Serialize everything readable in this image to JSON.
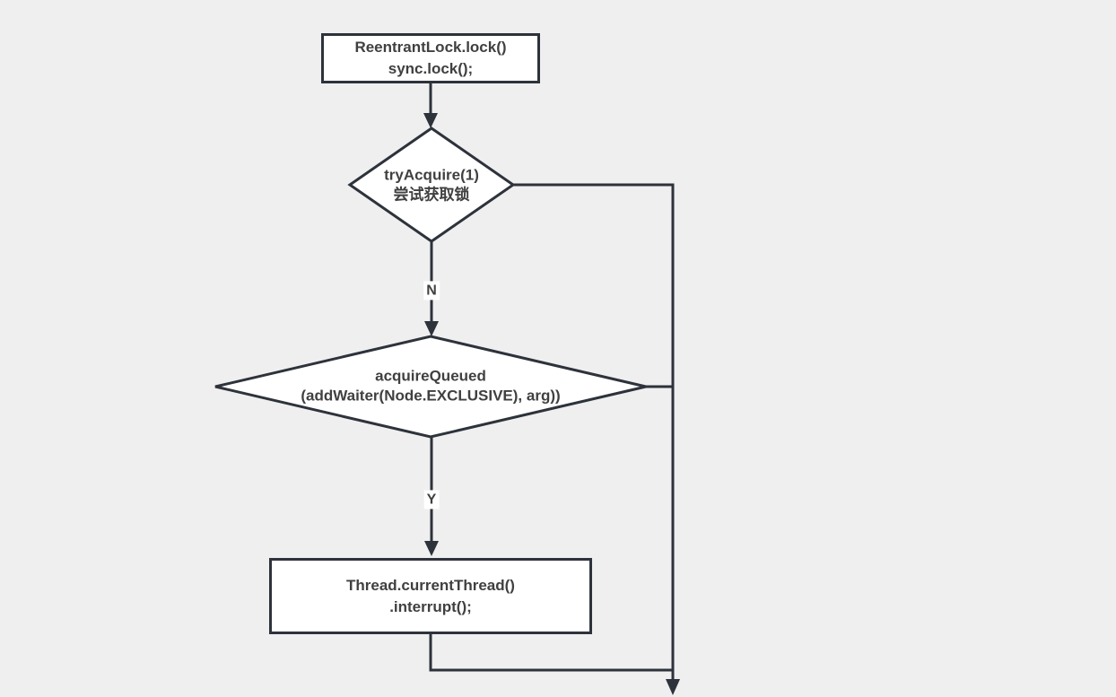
{
  "colors": {
    "background": "#efefef",
    "shape_fill": "#ffffff",
    "stroke": "#2d323b",
    "text": "#404040",
    "edge_label_bg": "#ffffff"
  },
  "nodes": {
    "start": {
      "line1": "ReentrantLock.lock()",
      "line2": "sync.lock();"
    },
    "try_acquire": {
      "line1": "tryAcquire(1)",
      "line2": "尝试获取锁"
    },
    "acquire_queued": {
      "line1": "acquireQueued",
      "line2": "(addWaiter(Node.EXCLUSIVE), arg))"
    },
    "interrupt": {
      "line1": "Thread.currentThread()",
      "line2": ".interrupt();"
    }
  },
  "edge_labels": {
    "no": "N",
    "yes": "Y"
  }
}
